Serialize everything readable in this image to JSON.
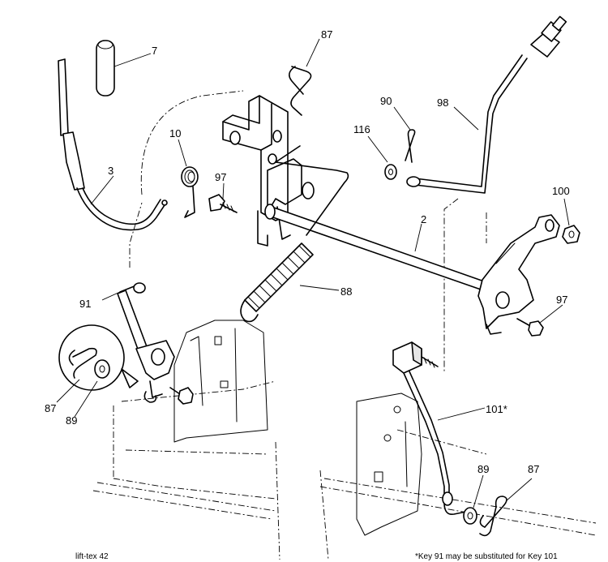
{
  "callouts": {
    "c7": "7",
    "c87_top": "87",
    "c90": "90",
    "c98": "98",
    "c116": "116",
    "c10": "10",
    "c97_left": "97",
    "c3": "3",
    "c100": "100",
    "c2": "2",
    "c88": "88",
    "c91": "91",
    "c97_right": "97",
    "c87_left": "87",
    "c89_left": "89",
    "c101": "101*",
    "c89_right": "89",
    "c87_right": "87"
  },
  "footer": {
    "figure_id": "lift-tex  42",
    "note": "*Key 91 may be substituted for Key 101"
  }
}
